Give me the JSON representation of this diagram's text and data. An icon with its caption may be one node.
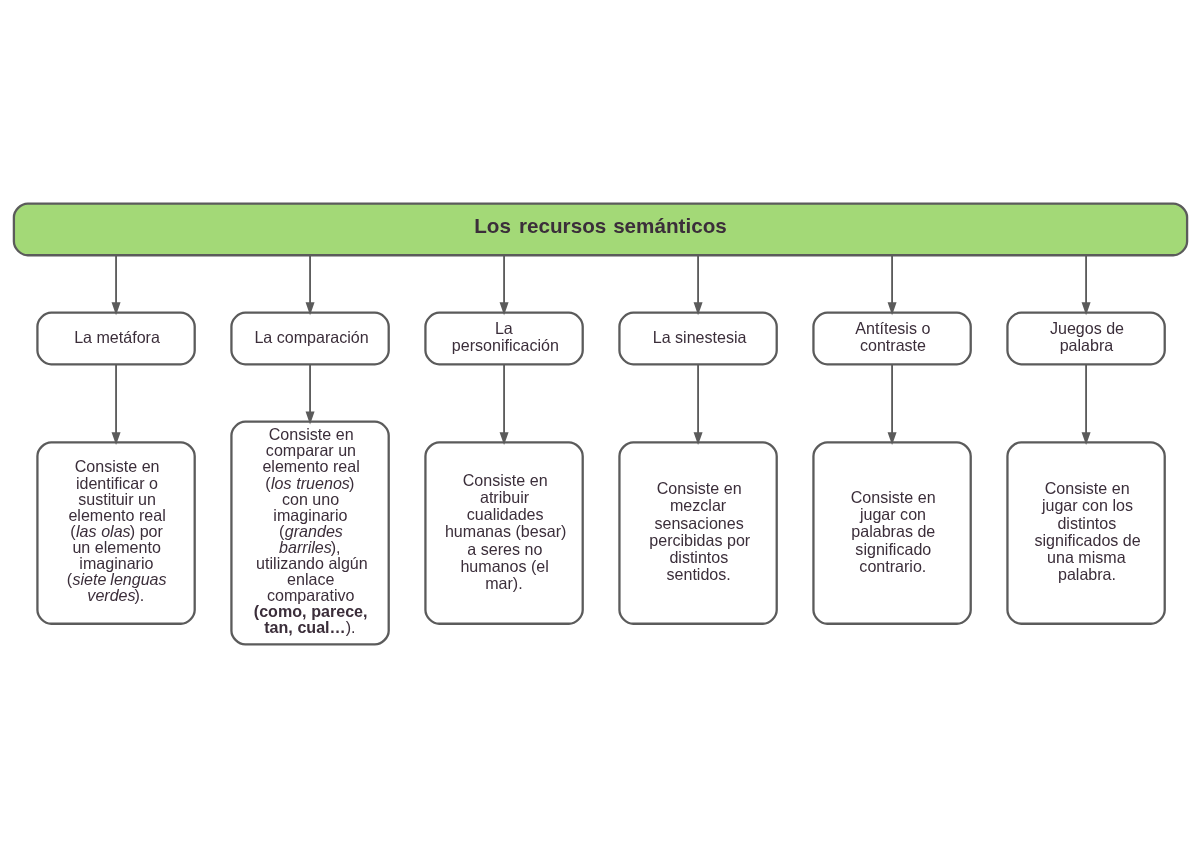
{
  "diagram": {
    "nodes": [
      {
        "text": [
          "Los recursos semánticos"
        ]
      },
      {
        "text": [
          "La metáfora"
        ]
      },
      {
        "text": [
          "La comparación"
        ]
      },
      {
        "text": [
          "La personificación"
        ]
      },
      {
        "text": [
          "La sinestesia"
        ]
      },
      {
        "text": [
          "Antítesis o contraste"
        ]
      },
      {
        "text": [
          "Juegos de palabra"
        ]
      },
      {
        "text": [
          "Consiste en identificar o sustituir un elemento real (*las olas*) por un elemento imaginario (*siete lenguas verdes*)."
        ]
      },
      {
        "text": [
          "Consiste en comparar un elemento real (*los truenos*) con uno imaginario (*grandes barriles*), utilizando algún enlace comparativo **(como, parece, tan, cual…**)."
        ]
      },
      {
        "text": [
          "Consiste en atribuir cualidades humanas (besar) a seres no humanos (el mar)."
        ]
      },
      {
        "text": [
          "Consiste en mezclar sensaciones percibidas por distintos sentidos."
        ]
      },
      {
        "text": [
          "Consiste en jugar con palabras de significado contrario."
        ]
      },
      {
        "text": [
          "Consiste en jugar con los distintos significados de una misma palabra."
        ]
      }
    ],
    "edges": [
      {
        "from": 0,
        "to": 1,
        "arrow": "to"
      },
      {
        "from": 0,
        "to": 2,
        "arrow": "to"
      },
      {
        "from": 0,
        "to": 3,
        "arrow": "to"
      },
      {
        "from": 0,
        "to": 4,
        "arrow": "to"
      },
      {
        "from": 0,
        "to": 5,
        "arrow": "to"
      },
      {
        "from": 0,
        "to": 6,
        "arrow": "to"
      },
      {
        "from": 1,
        "to": 7,
        "arrow": "to"
      },
      {
        "from": 2,
        "to": 8,
        "arrow": "to"
      },
      {
        "from": 3,
        "to": 9,
        "arrow": "to"
      },
      {
        "from": 4,
        "to": 10,
        "arrow": "to"
      },
      {
        "from": 5,
        "to": 11,
        "arrow": "to"
      },
      {
        "from": 6,
        "to": 12,
        "arrow": "to"
      }
    ]
  }
}
